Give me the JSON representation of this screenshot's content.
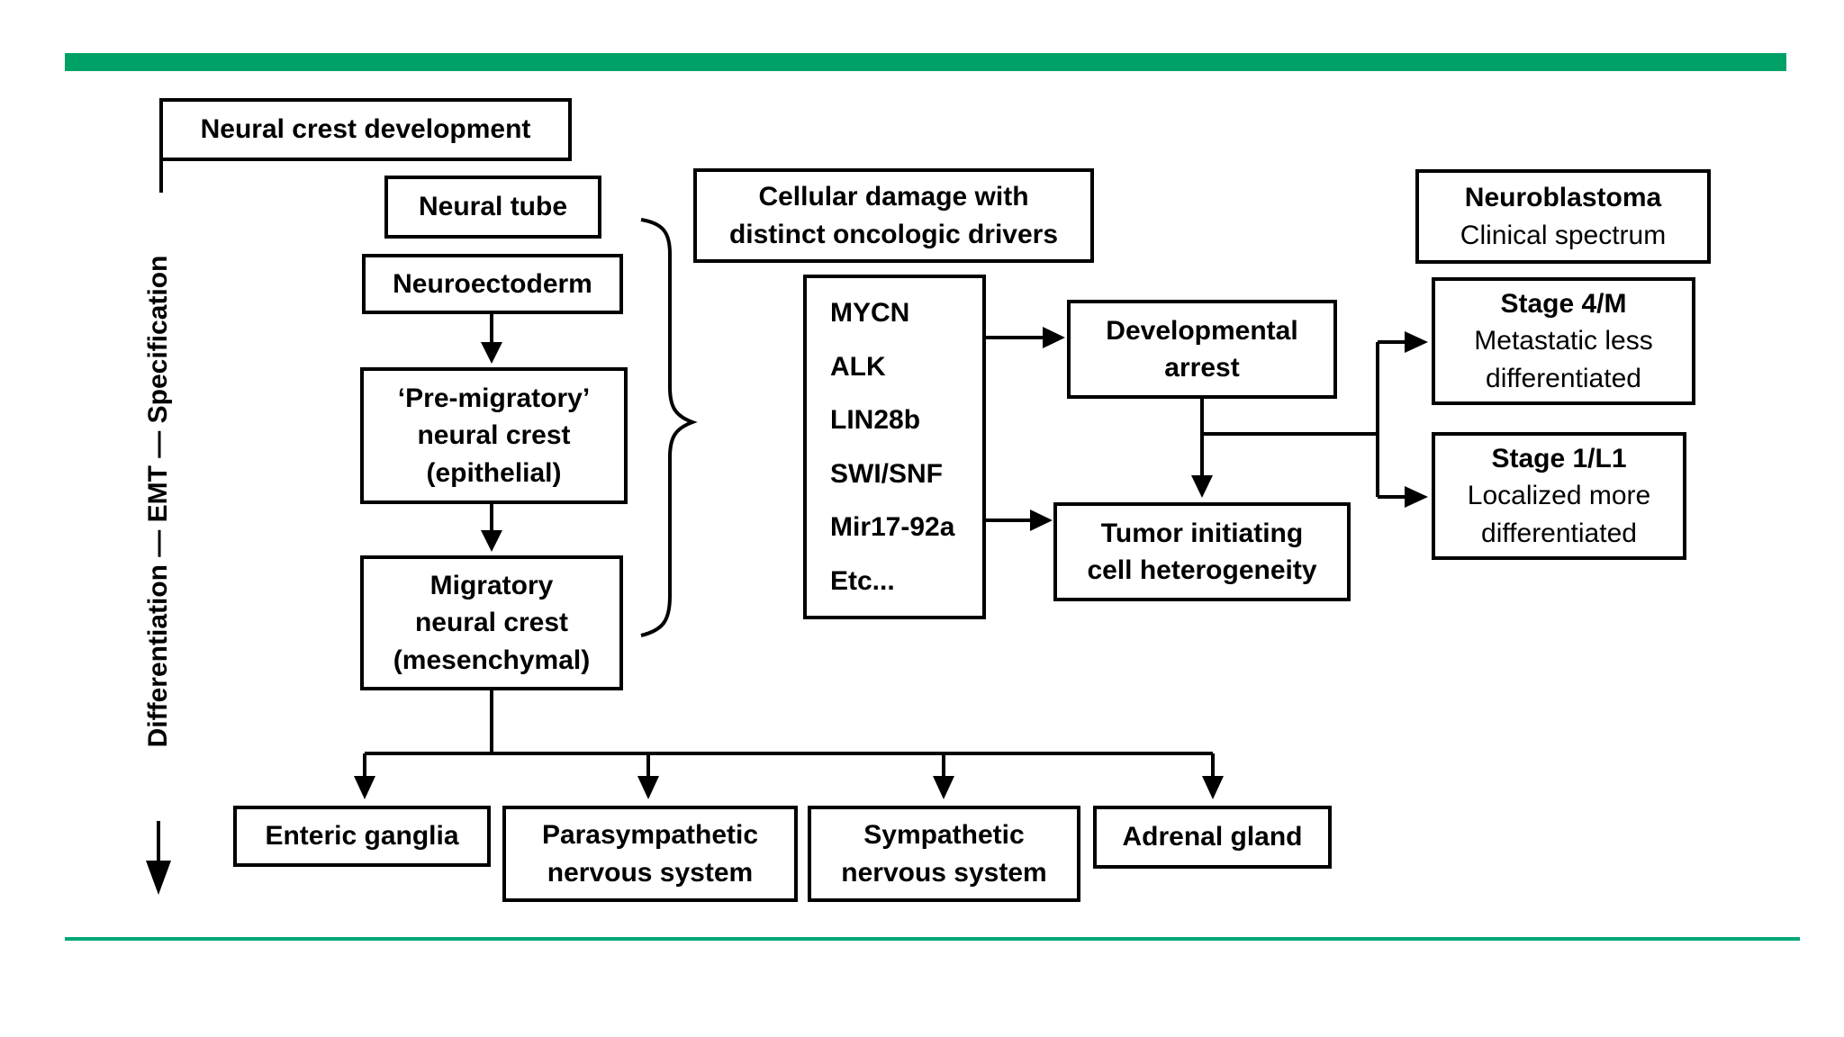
{
  "colors": {
    "top_bar_green": "#00A166",
    "bottom_rule_green": "#00A878",
    "ink": "#000000",
    "background": "#FFFFFF"
  },
  "axis": {
    "labels": [
      "Specification",
      "EMT",
      "Differentiation"
    ],
    "rotated_text_bottom_to_top": "Differentiation — EMT — Specification"
  },
  "boxes": {
    "neural_crest_development": {
      "label": "Neural crest development"
    },
    "neural_tube": {
      "label": "Neural tube"
    },
    "neuroectoderm": {
      "label": "Neuroectoderm"
    },
    "pre_migratory": {
      "lines": [
        "‘Pre-migratory’",
        "neural crest",
        "(epithelial)"
      ]
    },
    "migratory": {
      "lines": [
        "Migratory",
        "neural crest",
        "(mesenchymal)"
      ]
    },
    "cellular_damage": {
      "lines": [
        "Cellular damage with",
        "distinct oncologic drivers"
      ]
    },
    "drivers": {
      "items": [
        "MYCN",
        "ALK",
        "LIN28b",
        "SWI/SNF",
        "Mir17-92a",
        "Etc..."
      ]
    },
    "developmental_arrest": {
      "lines": [
        "Developmental",
        "arrest"
      ]
    },
    "tumor_initiating": {
      "lines": [
        "Tumor initiating",
        "cell heterogeneity"
      ]
    },
    "neuroblastoma": {
      "title": "Neuroblastoma",
      "subtitle": "Clinical spectrum"
    },
    "stage_4m": {
      "title": "Stage 4/M",
      "lines": [
        "Metastatic less",
        "differentiated"
      ]
    },
    "stage_1l1": {
      "title": "Stage 1/L1",
      "lines": [
        "Localized more",
        "differentiated"
      ]
    },
    "enteric_ganglia": {
      "label": "Enteric ganglia"
    },
    "parasympathetic": {
      "lines": [
        "Parasympathetic",
        "nervous system"
      ]
    },
    "sympathetic": {
      "lines": [
        "Sympathetic",
        "nervous system"
      ]
    },
    "adrenal_gland": {
      "label": "Adrenal gland"
    }
  }
}
